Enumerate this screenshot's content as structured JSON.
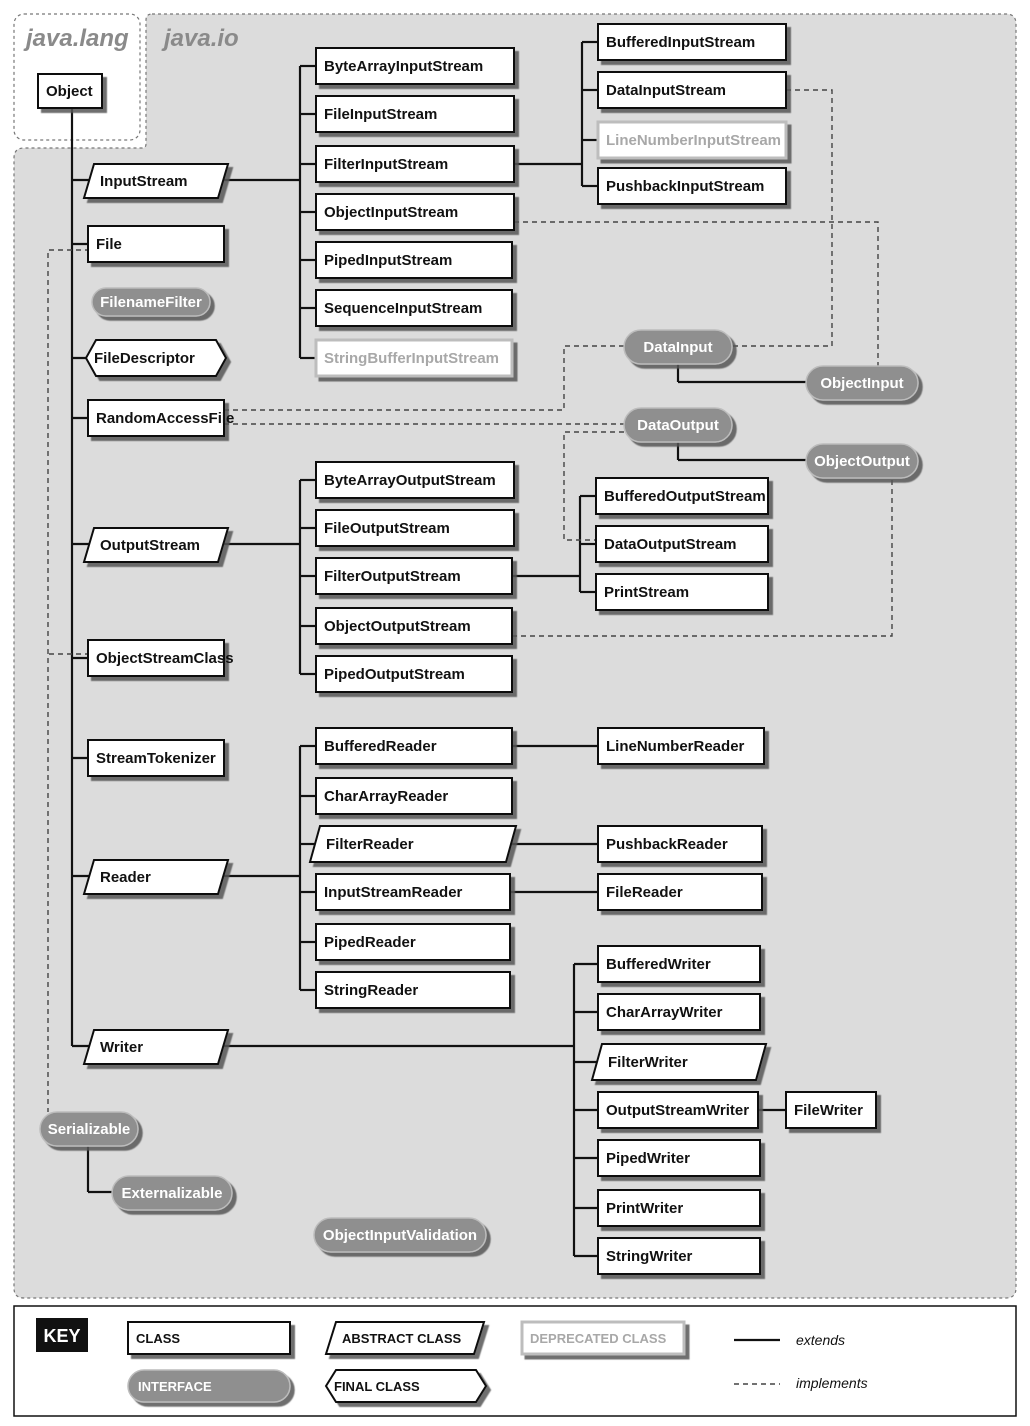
{
  "packages": {
    "lang": "java.lang",
    "io": "java.io"
  },
  "nodes": {
    "Object": "Object",
    "InputStream": "InputStream",
    "File": "File",
    "FilenameFilter": "FilenameFilter",
    "FileDescriptor": "FileDescriptor",
    "RandomAccessFile": "RandomAccessFile",
    "OutputStream": "OutputStream",
    "ObjectStreamClass": "ObjectStreamClass",
    "StreamTokenizer": "StreamTokenizer",
    "Reader": "Reader",
    "Writer": "Writer",
    "Serializable": "Serializable",
    "Externalizable": "Externalizable",
    "ObjectInputValidation": "ObjectInputValidation",
    "ByteArrayInputStream": "ByteArrayInputStream",
    "FileInputStream": "FileInputStream",
    "FilterInputStream": "FilterInputStream",
    "ObjectInputStream": "ObjectInputStream",
    "PipedInputStream": "PipedInputStream",
    "SequenceInputStream": "SequenceInputStream",
    "StringBufferInputStream": "StringBufferInputStream",
    "BufferedInputStream": "BufferedInputStream",
    "DataInputStream": "DataInputStream",
    "LineNumberInputStream": "LineNumberInputStream",
    "PushbackInputStream": "PushbackInputStream",
    "DataInput": "DataInput",
    "ObjectInput": "ObjectInput",
    "DataOutput": "DataOutput",
    "ObjectOutput": "ObjectOutput",
    "ByteArrayOutputStream": "ByteArrayOutputStream",
    "FileOutputStream": "FileOutputStream",
    "FilterOutputStream": "FilterOutputStream",
    "ObjectOutputStream": "ObjectOutputStream",
    "PipedOutputStream": "PipedOutputStream",
    "BufferedOutputStream": "BufferedOutputStream",
    "DataOutputStream": "DataOutputStream",
    "PrintStream": "PrintStream",
    "BufferedReader": "BufferedReader",
    "CharArrayReader": "CharArrayReader",
    "FilterReader": "FilterReader",
    "InputStreamReader": "InputStreamReader",
    "PipedReader": "PipedReader",
    "StringReader": "StringReader",
    "LineNumberReader": "LineNumberReader",
    "PushbackReader": "PushbackReader",
    "FileReader": "FileReader",
    "BufferedWriter": "BufferedWriter",
    "CharArrayWriter": "CharArrayWriter",
    "FilterWriter": "FilterWriter",
    "OutputStreamWriter": "OutputStreamWriter",
    "PipedWriter": "PipedWriter",
    "PrintWriter": "PrintWriter",
    "StringWriter": "StringWriter",
    "FileWriter": "FileWriter"
  },
  "key": {
    "title": "KEY",
    "class": "CLASS",
    "abstract": "ABSTRACT CLASS",
    "deprecated": "DEPRECATED CLASS",
    "interface": "INTERFACE",
    "final": "FINAL CLASS",
    "extends": "extends",
    "implements": "implements"
  },
  "colors": {
    "panel": "#dcdcdc",
    "interface_fill": "#8f8f8f",
    "deprecated_text": "#a8a8a8",
    "line": "#111111",
    "key_title_bg": "#111111"
  }
}
